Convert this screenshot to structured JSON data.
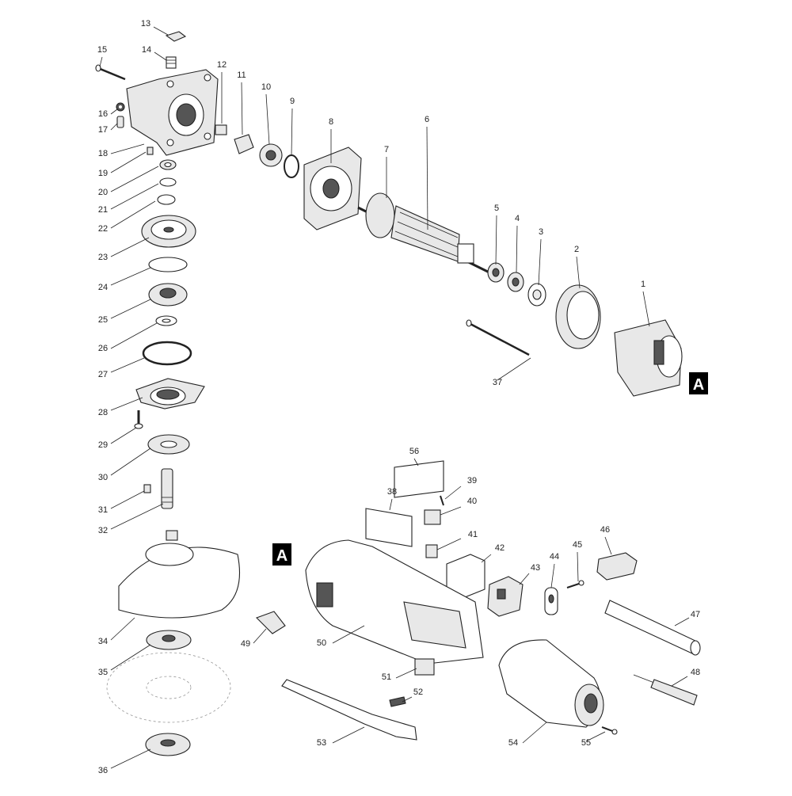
{
  "markers": {
    "ref_a": "A"
  },
  "labels": [
    {
      "id": "l1",
      "text": "1"
    },
    {
      "id": "l2",
      "text": "2"
    },
    {
      "id": "l3",
      "text": "3"
    },
    {
      "id": "l4",
      "text": "4"
    },
    {
      "id": "l5",
      "text": "5"
    },
    {
      "id": "l6",
      "text": "6"
    },
    {
      "id": "l7",
      "text": "7"
    },
    {
      "id": "l8",
      "text": "8"
    },
    {
      "id": "l9",
      "text": "9"
    },
    {
      "id": "l10",
      "text": "10"
    },
    {
      "id": "l11",
      "text": "11"
    },
    {
      "id": "l12",
      "text": "12"
    },
    {
      "id": "l13",
      "text": "13"
    },
    {
      "id": "l14",
      "text": "14"
    },
    {
      "id": "l15",
      "text": "15"
    },
    {
      "id": "l16",
      "text": "16"
    },
    {
      "id": "l17",
      "text": "17"
    },
    {
      "id": "l18",
      "text": "18"
    },
    {
      "id": "l19",
      "text": "19"
    },
    {
      "id": "l20",
      "text": "20"
    },
    {
      "id": "l21",
      "text": "21"
    },
    {
      "id": "l22",
      "text": "22"
    },
    {
      "id": "l23",
      "text": "23"
    },
    {
      "id": "l24",
      "text": "24"
    },
    {
      "id": "l25",
      "text": "25"
    },
    {
      "id": "l26",
      "text": "26"
    },
    {
      "id": "l27",
      "text": "27"
    },
    {
      "id": "l28",
      "text": "28"
    },
    {
      "id": "l29",
      "text": "29"
    },
    {
      "id": "l30",
      "text": "30"
    },
    {
      "id": "l31",
      "text": "31"
    },
    {
      "id": "l32",
      "text": "32"
    },
    {
      "id": "l34",
      "text": "34"
    },
    {
      "id": "l35",
      "text": "35"
    },
    {
      "id": "l36",
      "text": "36"
    },
    {
      "id": "l37",
      "text": "37"
    },
    {
      "id": "l38",
      "text": "38"
    },
    {
      "id": "l39",
      "text": "39"
    },
    {
      "id": "l40",
      "text": "40"
    },
    {
      "id": "l41",
      "text": "41"
    },
    {
      "id": "l42",
      "text": "42"
    },
    {
      "id": "l43",
      "text": "43"
    },
    {
      "id": "l44",
      "text": "44"
    },
    {
      "id": "l45",
      "text": "45"
    },
    {
      "id": "l46",
      "text": "46"
    },
    {
      "id": "l47",
      "text": "47"
    },
    {
      "id": "l48",
      "text": "48"
    },
    {
      "id": "l49",
      "text": "49"
    },
    {
      "id": "l50",
      "text": "50"
    },
    {
      "id": "l51",
      "text": "51"
    },
    {
      "id": "l52",
      "text": "52"
    },
    {
      "id": "l53",
      "text": "53"
    },
    {
      "id": "l54",
      "text": "54"
    },
    {
      "id": "l55",
      "text": "55"
    },
    {
      "id": "l56",
      "text": "56"
    }
  ]
}
